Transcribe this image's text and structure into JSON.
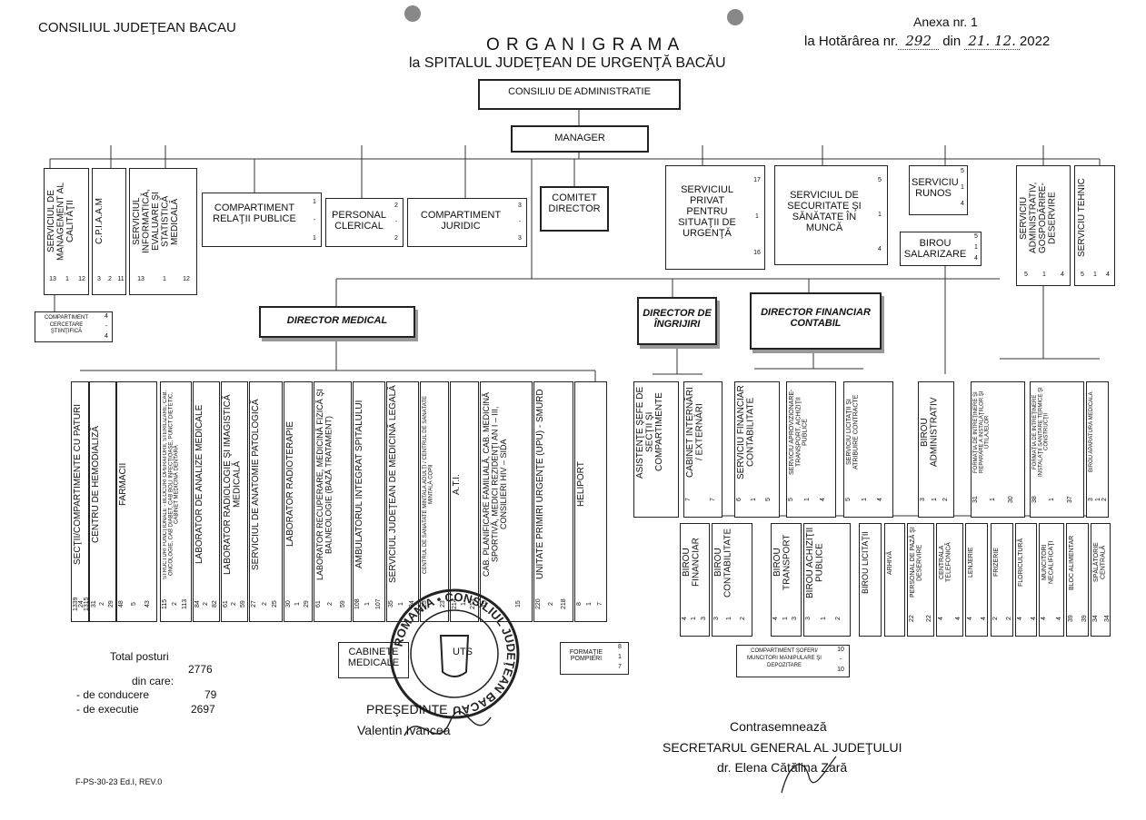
{
  "header": {
    "county": "CONSILIUL JUDEŢEAN BACAU",
    "title": "O R G A N I G R A M A",
    "subtitle": "la SPITALUL JUDEŢEAN DE URGENŢĂ BACĂU",
    "annex": "Anexa nr. 1",
    "decision_prefix": "la Hotărârea nr.",
    "decision_number": "292",
    "decision_date_label": "din",
    "decision_date": "21. 12.",
    "decision_year": "2022"
  },
  "top": {
    "board": "CONSILIU DE ADMINISTRATIE",
    "manager": "MANAGER",
    "committee": "COMITET DIRECTOR"
  },
  "left_services": [
    {
      "name": "SERVICIUL DE MANAGEMENT AL CALITĂŢII",
      "nums": [
        "13",
        "1",
        "12"
      ]
    },
    {
      "name": "C.P.I.A.A.M",
      "nums": [
        "3",
        "2",
        "11"
      ]
    },
    {
      "name": "SERVICIUL INFORMATICĂ, EVALUARE ŞI STATISTICĂ MEDICALĂ",
      "nums": [
        "13",
        "1",
        "12"
      ]
    }
  ],
  "research": {
    "name": "COMPARTIMENT CERCETARE ŞTIINŢIFICĂ",
    "nums": [
      "4",
      "-",
      "4"
    ]
  },
  "compartments": [
    {
      "name": "COMPARTIMENT RELAŢII PUBLICE",
      "nums": [
        "1",
        "-",
        "1"
      ]
    },
    {
      "name": "PERSONAL CLERICAL",
      "nums": [
        "2",
        "-",
        "2"
      ]
    },
    {
      "name": "COMPARTIMENT JURIDIC",
      "nums": [
        "3",
        "-",
        "3"
      ]
    }
  ],
  "right_services": [
    {
      "name": "SERVICIUL PRIVAT PENTRU SITUAŢII DE URGENŢĂ",
      "nums": [
        "17",
        "1",
        "16"
      ]
    },
    {
      "name": "SERVICIUL DE SECURITATE ŞI SĂNĂTATE ÎN MUNCĂ",
      "nums": [
        "5",
        "1",
        "4"
      ]
    },
    {
      "name": "SERVICIU RUNOS",
      "nums": [
        "5",
        "1",
        "4"
      ]
    },
    {
      "name": "BIROU SALARIZARE",
      "nums": [
        "5",
        "1",
        "4"
      ]
    },
    {
      "name": "SERVICIU ADMINISTRATIV, GOSPODĂRIRE-DESERVIRE",
      "nums": [
        "5",
        "1",
        "4"
      ]
    },
    {
      "name": "SERVICIU TEHNIC",
      "nums": [
        "5",
        "1",
        "4"
      ]
    }
  ],
  "directors": {
    "medical": "DIRECTOR MEDICAL",
    "care": "DIRECTOR DE ÎNGRIJIRI",
    "financial": "DIRECTOR FINANCIAR CONTABIL"
  },
  "medical_units": [
    {
      "name": "SECŢII/COMPARTIMENTE CU PATURI",
      "nums": [
        "1339",
        "24",
        "1315"
      ]
    },
    {
      "name": "CENTRU DE HEMODIALIZĂ",
      "nums": [
        "31",
        "2",
        "29"
      ]
    },
    {
      "name": "FARMACII",
      "nums": [
        "48",
        "5",
        "43"
      ]
    },
    {
      "name": "STRUCTURI FUNCŢIONALE - BLOCURI OPERATORII, STERILIZARE, CAB. ONCOLOGIE, CAB DIABET, CAB BOLI INFECŢIOASE, PUNCT DIETETIC, CABINET MEDICINĂ DENTARĂ",
      "nums": [
        "115",
        "2",
        "113"
      ]
    },
    {
      "name": "LABORATOR DE ANALIZE MEDICALE",
      "nums": [
        "84",
        "2",
        "82"
      ]
    },
    {
      "name": "LABORATOR RADIOLOGIE ŞI IMAGISTICĂ MEDICALĂ",
      "nums": [
        "61",
        "2",
        "59"
      ]
    },
    {
      "name": "SERVICIUL DE ANATOMIE PATOLOGICĂ",
      "nums": [
        "27",
        "2",
        "25"
      ]
    },
    {
      "name": "LABORATOR RADIOTERAPIE",
      "nums": [
        "30",
        "1",
        "29"
      ]
    },
    {
      "name": "LABORATOR RECUPERARE, MEDICINĂ FIZICĂ ŞI BALNEOLOGIE (BAZĂ TRATAMENT)",
      "nums": [
        "61",
        "2",
        "59"
      ]
    },
    {
      "name": "AMBULATORUL INTEGRAT SPITALULUI",
      "nums": [
        "108",
        "1",
        "107"
      ]
    },
    {
      "name": "SERVICIUL JUDEŢEAN DE MEDICINĂ LEGALĂ",
      "nums": [
        "35",
        "1",
        "34"
      ]
    },
    {
      "name": "CENTRUL DE SĂNĂTATE MINTALĂ ADULŢI / CENTRUL DE SĂNĂTATE MINTALĂ COPII",
      "nums": [
        "23",
        "",
        "23"
      ]
    },
    {
      "name": "A.T.I.",
      "nums": [
        "214",
        "1",
        "213"
      ]
    },
    {
      "name": "CAB. PLANIFICARE FAMILIALĂ, CAB. MEDICINĂ SPORTIVĂ, MEDICI REZIDENŢI AN I – III, CONSILIERI HIV – SIDA",
      "nums": [
        "15",
        "",
        "15"
      ]
    },
    {
      "name": "UNITATE PRIMIRI URGENŢE (UPU) - SMURD",
      "nums": [
        "220",
        "2",
        "218"
      ]
    },
    {
      "name": "HELIPORT",
      "nums": [
        "8",
        "1",
        "7"
      ]
    }
  ],
  "cabinet": {
    "name": "CABINETE MEDICALE",
    "unit": "UTS"
  },
  "firemen": {
    "name": "FORMAŢIE POMPIERI",
    "nums": [
      "8",
      "1",
      "7"
    ]
  },
  "care_units": [
    {
      "name": "ASISTENŢE ŞEFE DE SECŢII ŞI COMPARTIMENTE",
      "nums": [
        "",
        "",
        ""
      ]
    },
    {
      "name": "CABINET INTERNĂRI / EXTERNĂRI",
      "nums": [
        "7",
        "",
        "7"
      ]
    }
  ],
  "financial_units": [
    {
      "name": "SERVICIU FINANCIAR CONTABILITATE",
      "nums": [
        "6",
        "1",
        "5"
      ]
    },
    {
      "name": "SERVICIU APROVIZIONARE-TRANSPORT, ACHIZIŢII PUBLICE",
      "nums": [
        "5",
        "1",
        "4"
      ]
    },
    {
      "name": "SERVICIU LICITAŢII ŞI ATRIBUIRE CONTRACTE",
      "nums": [
        "5",
        "1",
        "4"
      ]
    }
  ],
  "admin_units": [
    {
      "name": "BIROU ADMINISTRATIV",
      "nums": [
        "3",
        "1",
        "2"
      ]
    },
    {
      "name": "FORMAŢIA DE ÎNTREŢINERE ŞI REPARARE A INSTALAŢIILOR ŞI UTILAJELOR",
      "nums": [
        "31",
        "1",
        "30"
      ]
    },
    {
      "name": "FORMAŢIA DE ÎNTREŢINERE INSTALAŢII SANITARE TERMICE ŞI CONSTRUCŢII",
      "nums": [
        "38",
        "1",
        "37"
      ]
    },
    {
      "name": "BIROU APARATURĂ MEDICALĂ",
      "nums": [
        "3",
        "1",
        "2"
      ]
    }
  ],
  "bottom_units": [
    {
      "name": "BIROU FINANCIAR",
      "nums": [
        "4",
        "1",
        "3"
      ]
    },
    {
      "name": "BIROU CONTABILITATE",
      "nums": [
        "3",
        "1",
        "2"
      ]
    },
    {
      "name": "BIROU TRANSPORT",
      "nums": [
        "4",
        "1",
        "3"
      ]
    },
    {
      "name": "BIROU ACHIZIŢII PUBLICE",
      "nums": [
        "3",
        "1",
        "2"
      ]
    },
    {
      "name": "BIROU LICITAŢII",
      "nums": [
        "",
        "",
        ""
      ]
    },
    {
      "name": "ARHIVĂ",
      "nums": [
        "",
        "",
        ""
      ]
    },
    {
      "name": "PERSONAL DE PAZĂ ŞI DESERVIRE",
      "nums": [
        "22",
        "",
        "22"
      ]
    },
    {
      "name": "CENTRALA TELEFONICĂ",
      "nums": [
        "4",
        "",
        "4"
      ]
    },
    {
      "name": "LENJERIE",
      "nums": [
        "4",
        "",
        "4"
      ]
    },
    {
      "name": "FRIZERIE",
      "nums": [
        "2",
        "",
        "2"
      ]
    },
    {
      "name": "FLORICULTURĂ",
      "nums": [
        "4",
        "",
        "4"
      ]
    },
    {
      "name": "MUNCITORI NECALIFICAŢI",
      "nums": [
        "4",
        "",
        "4"
      ]
    },
    {
      "name": "BLOC ALIMENTAR",
      "nums": [
        "39",
        "",
        "39"
      ]
    },
    {
      "name": "SPĂLĂTORIE CENTRALĂ",
      "nums": [
        "34",
        "",
        "34"
      ]
    }
  ],
  "drivers": {
    "name": "COMPARTIMENT ŞOFERI/ MUNCITORI MANIPULARE ŞI DEPOZITARE",
    "nums": [
      "10",
      "-",
      "10"
    ]
  },
  "totals": {
    "label": "Total posturi",
    "total": "2776",
    "of_which": "din care:",
    "mgmt_label": "- de conducere",
    "mgmt": "79",
    "exec_label": "- de executie",
    "exec": "2697"
  },
  "signatures": {
    "president_title": "PREŞEDINTE",
    "president_name": "Valentin Ivancea",
    "countersign": "Contrasemnează",
    "secretary_title": "SECRETARUL GENERAL AL JUDEŢULUI",
    "secretary_name": "dr. Elena Cătălina Zară"
  },
  "stamp": {
    "text": "ROMANIA • CONSILIUL JUDEŢEAN BACĂU"
  },
  "footer": {
    "code": "F-PS-30-23 Ed.I, REV.0"
  }
}
